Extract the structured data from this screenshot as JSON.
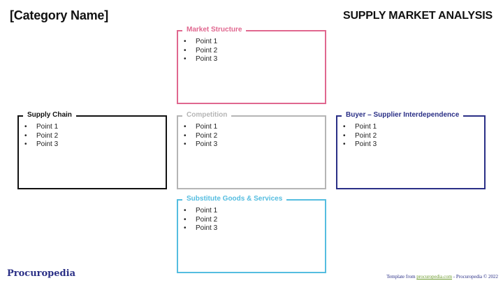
{
  "header": {
    "category_name": "[Category Name]",
    "title": "SUPPLY MARKET ANALYSIS"
  },
  "boxes": {
    "market_structure": {
      "label": "Market Structure",
      "color": "#e0678f",
      "points": [
        "Point 1",
        "Point 2",
        "Point 3"
      ]
    },
    "supply_chain": {
      "label": "Supply Chain",
      "color": "#111111",
      "points": [
        "Point 1",
        "Point 2",
        "Point 3"
      ]
    },
    "competition": {
      "label": "Competition",
      "color": "#b5b5b5",
      "points": [
        "Point 1",
        "Point 2",
        "Point 3"
      ]
    },
    "buyer_supplier": {
      "label": "Buyer – Supplier Interdependence",
      "color": "#2a2f86",
      "points": [
        "Point 1",
        "Point 2",
        "Point 3"
      ]
    },
    "substitute": {
      "label": "Substitute Goods & Services",
      "color": "#55bde0",
      "points": [
        "Point 1",
        "Point 2",
        "Point 3"
      ]
    }
  },
  "bullet": "•",
  "footer": {
    "logo": "Procuropedia",
    "credit_prefix": "Template from ",
    "credit_link": "procuropedia.com",
    "credit_suffix": " - Procuropedia © 2022"
  }
}
